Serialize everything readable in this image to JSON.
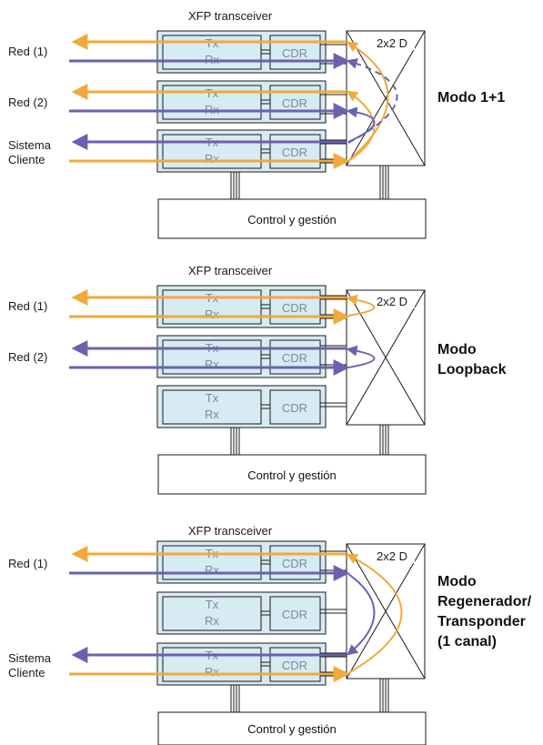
{
  "colors": {
    "orange": "#f2a93b",
    "blue": "#6a62b0",
    "module_fill": "#d7ebf3",
    "line": "#1a1a1a"
  },
  "common": {
    "xfp_title": "XFP transceiver",
    "tx": "Tx",
    "rx": "Rx",
    "cdr": "CDR",
    "switch": "2x2 D",
    "control": "Control y gestión"
  },
  "panels": [
    {
      "mode_lines": [
        "Modo 1+1"
      ],
      "left_labels": [
        [
          "Red (1)"
        ],
        [
          "Red (2)"
        ],
        [
          "Sistema",
          "Cliente"
        ]
      ]
    },
    {
      "mode_lines": [
        "Modo",
        "Loopback"
      ],
      "left_labels": [
        [
          "Red (1)"
        ],
        [
          "Red (2)"
        ],
        []
      ]
    },
    {
      "mode_lines": [
        "Modo",
        "Regenerador/",
        "Transponder",
        "(1 canal)"
      ],
      "left_labels": [
        [
          "Red (1)"
        ],
        [],
        [
          "Sistema",
          "Cliente"
        ]
      ]
    }
  ]
}
